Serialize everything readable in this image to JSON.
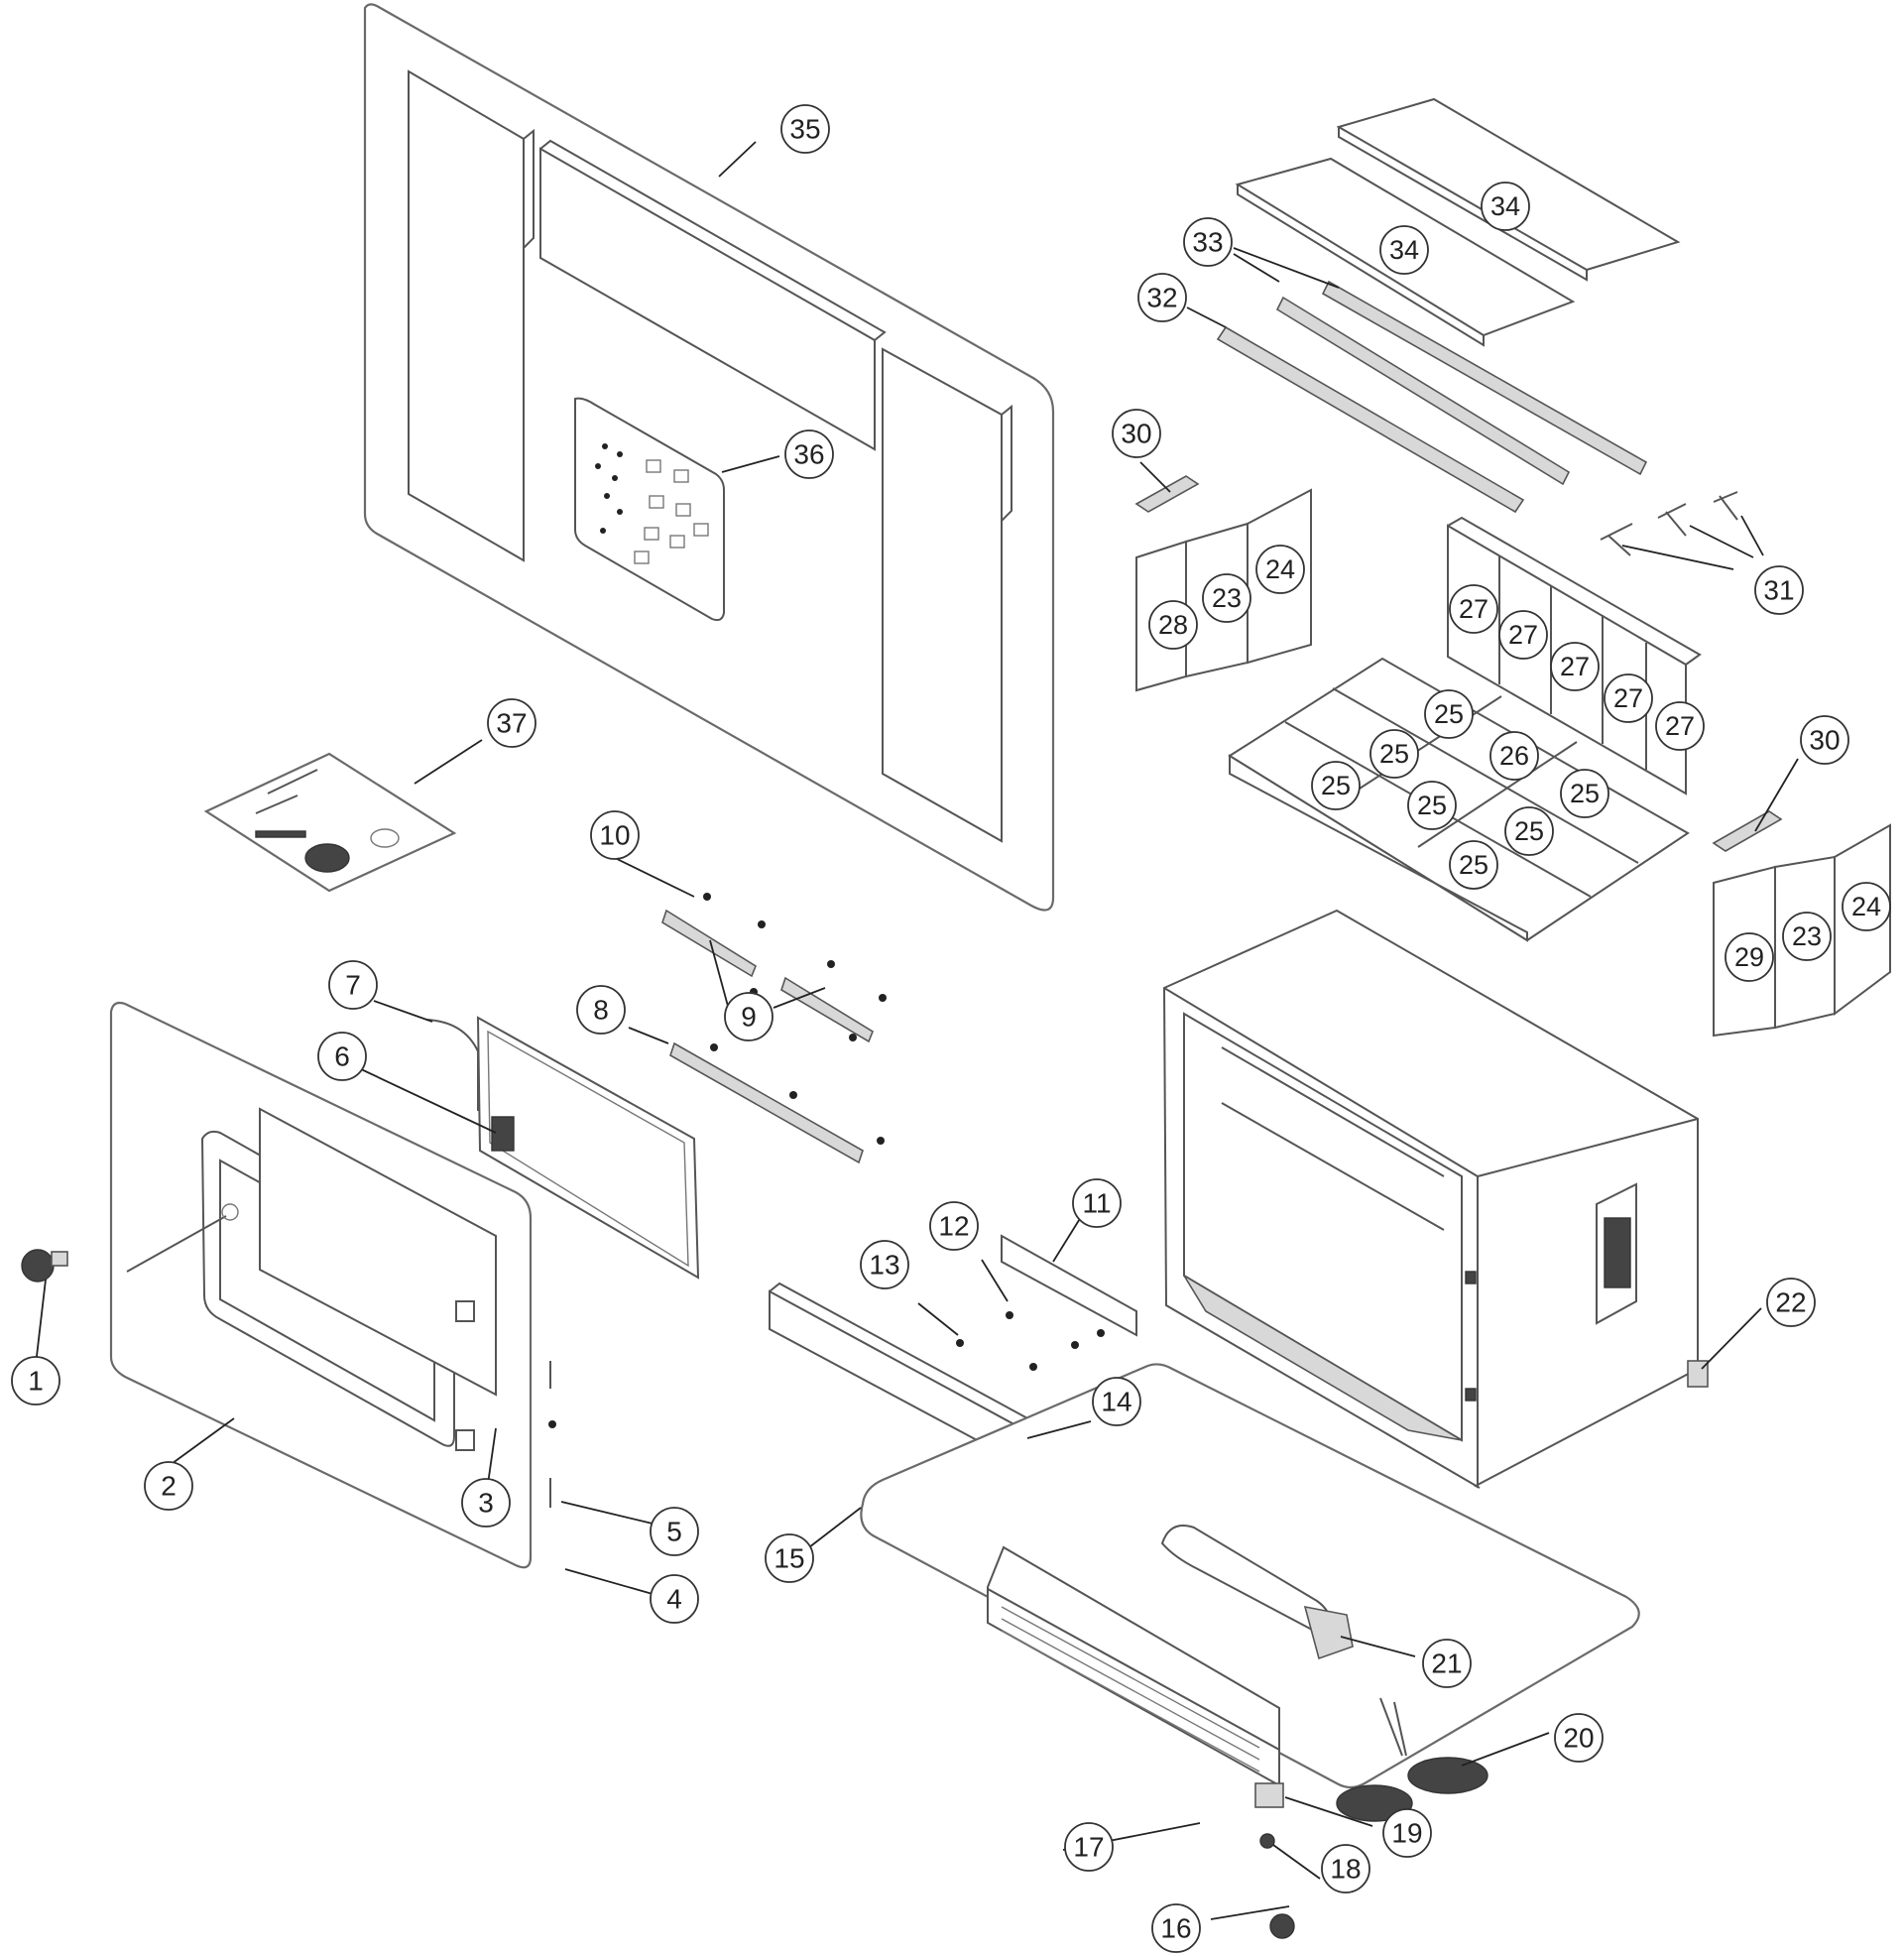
{
  "parts": {
    "p1": "1",
    "p2": "2",
    "p3": "3",
    "p4": "4",
    "p5": "5",
    "p6": "6",
    "p7": "7",
    "p8": "8",
    "p9": "9",
    "p10": "10",
    "p11": "11",
    "p12": "12",
    "p13": "13",
    "p14": "14",
    "p15": "15",
    "p16": "16",
    "p17": "17",
    "p18": "18",
    "p19": "19",
    "p20": "20",
    "p21": "21",
    "p22": "22",
    "p23": "23",
    "p24": "24",
    "p25": "25",
    "p26": "26",
    "p27": "27",
    "p28": "28",
    "p29": "29",
    "p30": "30",
    "p31": "31",
    "p32": "32",
    "p33": "33",
    "p34": "34",
    "p35": "35",
    "p36": "36",
    "p37": "37"
  }
}
